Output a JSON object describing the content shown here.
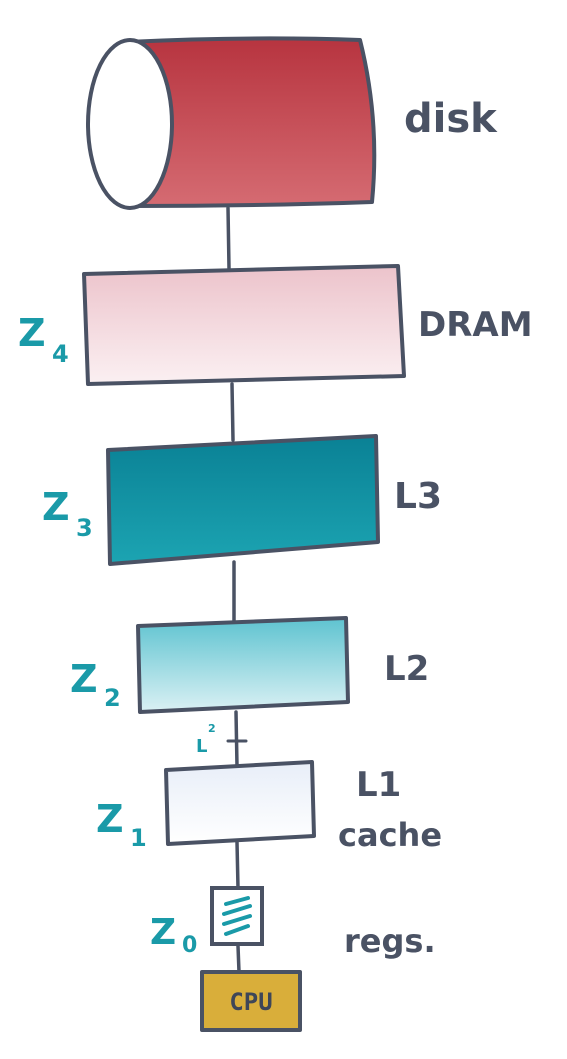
{
  "diagram": {
    "levels": {
      "disk": {
        "label": "disk"
      },
      "dram": {
        "label": "DRAM",
        "z_label": "Z",
        "z_sub": "4"
      },
      "l3": {
        "label": "L3",
        "z_label": "Z",
        "z_sub": "3"
      },
      "l2": {
        "label": "L2",
        "z_label": "Z",
        "z_sub": "2"
      },
      "l1": {
        "label_line1": "L1",
        "label_line2": "cache",
        "z_label": "Z",
        "z_sub": "1"
      },
      "regs": {
        "label": "regs.",
        "z_label": "Z",
        "z_sub": "0"
      },
      "cpu": {
        "label": "CPU"
      }
    },
    "link_annotation": "L",
    "link_annotation_sub": "2",
    "colors": {
      "disk_red": "#b83c44",
      "dram_pink": "#f3d3d8",
      "l3_teal": "#0f8a9c",
      "l2_light_teal": "#6ccad6",
      "l1_pale": "#eef3fa",
      "cpu_gold": "#d9ae3a",
      "outline": "#4a5264",
      "z_teal": "#1a9aa8"
    }
  }
}
